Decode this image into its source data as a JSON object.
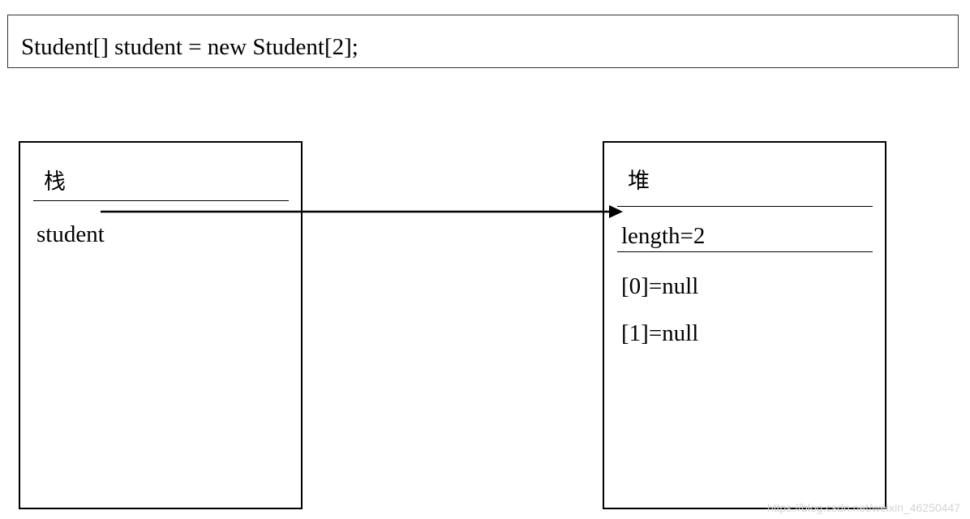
{
  "code": {
    "statement": "Student[] student = new Student[2];"
  },
  "stack": {
    "title": "栈",
    "variable": "student"
  },
  "heap": {
    "title": "堆",
    "length_label": "length=2",
    "elements": [
      "[0]=null",
      "[1]=null"
    ]
  },
  "watermark": "https://blog.csdn.net/weixin_46250447",
  "colors": {
    "line": "#000000",
    "background": "#ffffff",
    "watermark": "#d4d4d4"
  }
}
